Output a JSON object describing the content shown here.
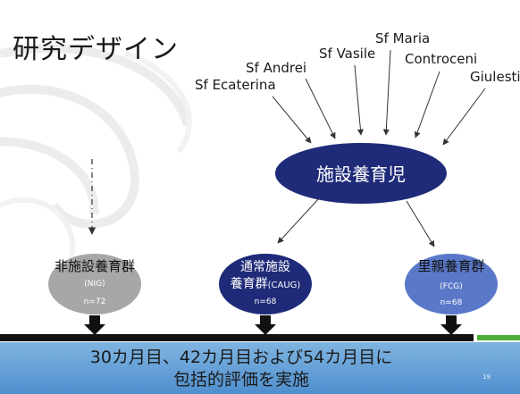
{
  "title": "研究デザイン",
  "sources": [
    "Sf Ecaterina",
    "Sf Andrei",
    "Sf Vasile",
    "Sf Maria",
    "Controceni",
    "Giulesti"
  ],
  "center_node": "施設養育児",
  "groups": [
    {
      "title": "非施設養育群",
      "code": "(NIG)",
      "n": "n=72"
    },
    {
      "title_line1": "通常施設",
      "title_line2": "養育群",
      "code": "(CAUG)",
      "n": "n=68"
    },
    {
      "title": "里親養育群",
      "code": "(FCG)",
      "n": "n=68"
    }
  ],
  "footer": {
    "line1": "30カ月目、42カ月目および54カ月目に",
    "line2": "包括的評価を実施",
    "page_number": "19"
  },
  "colors": {
    "ellipse": "#1f2a78",
    "group_nig": "#a7a7a7",
    "group_caug": "#1f2a78",
    "group_fcg": "#5a78c8",
    "timeline_black": "#111111",
    "timeline_green": "#4caf3a",
    "footer_blue": "#5f9ed6"
  }
}
